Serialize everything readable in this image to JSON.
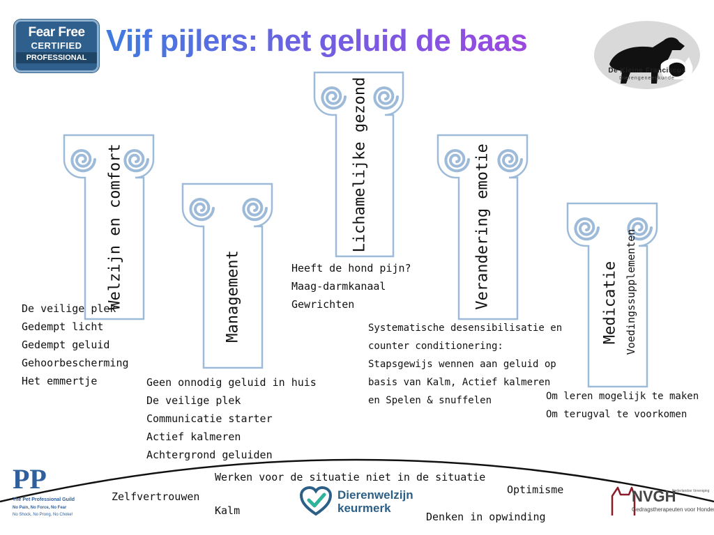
{
  "header": {
    "title": "Vijf pijlers:  het geluid de baas",
    "badge": {
      "line1": "Fear Free",
      "line2": "CERTIFIED",
      "line3": "PROFESSIONAL"
    },
    "clinic_logo": {
      "line1": "De Kleine Franciscus",
      "line2": "Dierengeneeskunde"
    }
  },
  "pillars": [
    {
      "label": "Welzijn en comfort",
      "items": [
        "De veilige plek",
        "Gedempt licht",
        "Gedempt geluid",
        "Gehoorbescherming",
        "Het emmertje"
      ]
    },
    {
      "label": "Management",
      "items": [
        "Geen onnodig geluid in huis",
        "De veilige plek",
        "Communicatie starter",
        "Actief kalmeren",
        "Achtergrond geluiden"
      ]
    },
    {
      "label": "Lichamelijke gezond",
      "items": [
        "Heeft de hond pijn?",
        "Maag-darmkanaal",
        "Gewrichten"
      ]
    },
    {
      "label": "Verandering emotie",
      "items": [
        "Systematische desensibilisatie en",
        "counter conditionering:",
        "Stapsgewijs wennen aan geluid op",
        "basis van Kalm, Actief kalmeren",
        "en Spelen & snuffelen"
      ]
    },
    {
      "label": "Medicatie",
      "sublabel": "Voedingssupplementen",
      "items": [
        "Om leren mogelijk te maken",
        "Om terugval te voorkomen"
      ]
    }
  ],
  "foundation": {
    "words": [
      "Werken voor de situatie niet in de situatie",
      "Zelfvertrouwen",
      "Kalm",
      "Optimisme",
      "Denken in opwinding"
    ],
    "keurmerk": {
      "line1": "Dierenwelzijn",
      "line2": "keurmerk"
    },
    "ppg": {
      "line1": "The Pet Professional Guild",
      "line2": "No Pain, No Force, No Fear",
      "line3": "No Shock, No Prong, No Choke!"
    },
    "nvgh": {
      "name": "NVGH",
      "line1": "Nederlandse Vereniging",
      "line2": "Gedragstherapeuten voor Honden"
    }
  },
  "colors": {
    "pillar": "#9dbbd9",
    "title_start": "#3f7be0",
    "title_end": "#9b48e0",
    "badge": "#2f5f8c",
    "keurmerk": "#2c5f86",
    "nvgh": "#8a1c2a"
  }
}
